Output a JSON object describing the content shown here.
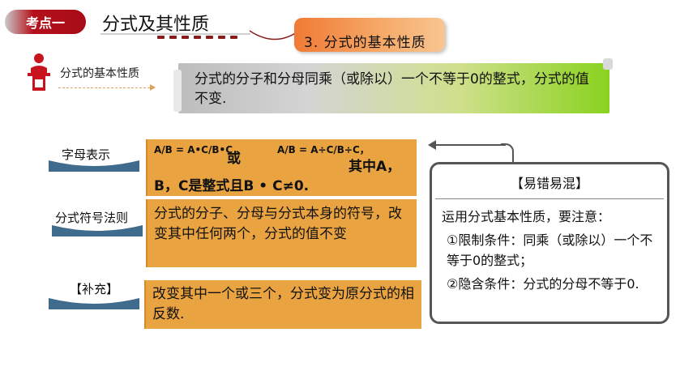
{
  "header": {
    "badge": "考点一",
    "title": "分式及其性质"
  },
  "tag": {
    "label": "3. 分式的基本性质"
  },
  "property": {
    "label": "分式的基本性质",
    "statement": "分式的分子和分母同乘（或除以）一个不等于0的整式，分式的值不变."
  },
  "rows": [
    {
      "label": "字母表示",
      "formula_part1": "A/B = A•C/B•C",
      "or_word": "或",
      "formula_part2": "A/B = A÷C/B÷C，",
      "note": "其中A，B，C是整式且B • C≠0."
    },
    {
      "label": "分式符号法则",
      "text": "分式的分子、分母与分式本身的符号，改变其中任何两个，分式的值不变"
    },
    {
      "label": "【补充】",
      "text": "改变其中一个或三个，分式变为原分式的相反数."
    }
  ],
  "error_box": {
    "title": "【易错易混】",
    "intro": "运用分式基本性质，要注意：",
    "item1": "①限制条件：同乘（或除以）一个不等于0的整式；",
    "item2": "②隐含条件：分式的分母不等于0."
  },
  "colors": {
    "accent_red": "#a80c17",
    "box_orange": "#e9a441",
    "tag_orange": "#f07a35"
  }
}
